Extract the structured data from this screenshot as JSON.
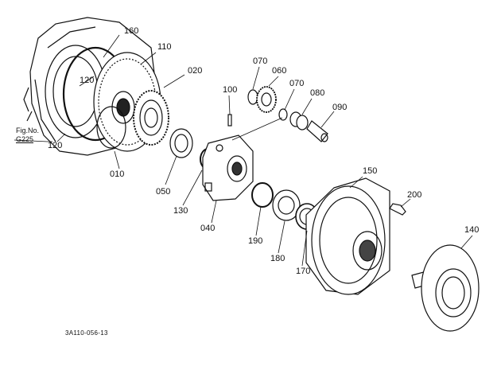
{
  "diagram": {
    "figure_reference_prefix": "Fig.No.",
    "figure_reference": "G225",
    "drawing_code": "3A110-056-13",
    "callouts": {
      "p160": "160",
      "p110": "110",
      "p020": "020",
      "p120a": "120",
      "p120b": "120",
      "p010": "010",
      "p050": "050",
      "p130": "130",
      "p040": "040",
      "p100": "100",
      "p070a": "070",
      "p060": "060",
      "p070b": "070",
      "p080": "080",
      "p090": "090",
      "p190": "190",
      "p180": "180",
      "p170": "170",
      "p150": "150",
      "p200": "200",
      "p140": "140"
    }
  }
}
